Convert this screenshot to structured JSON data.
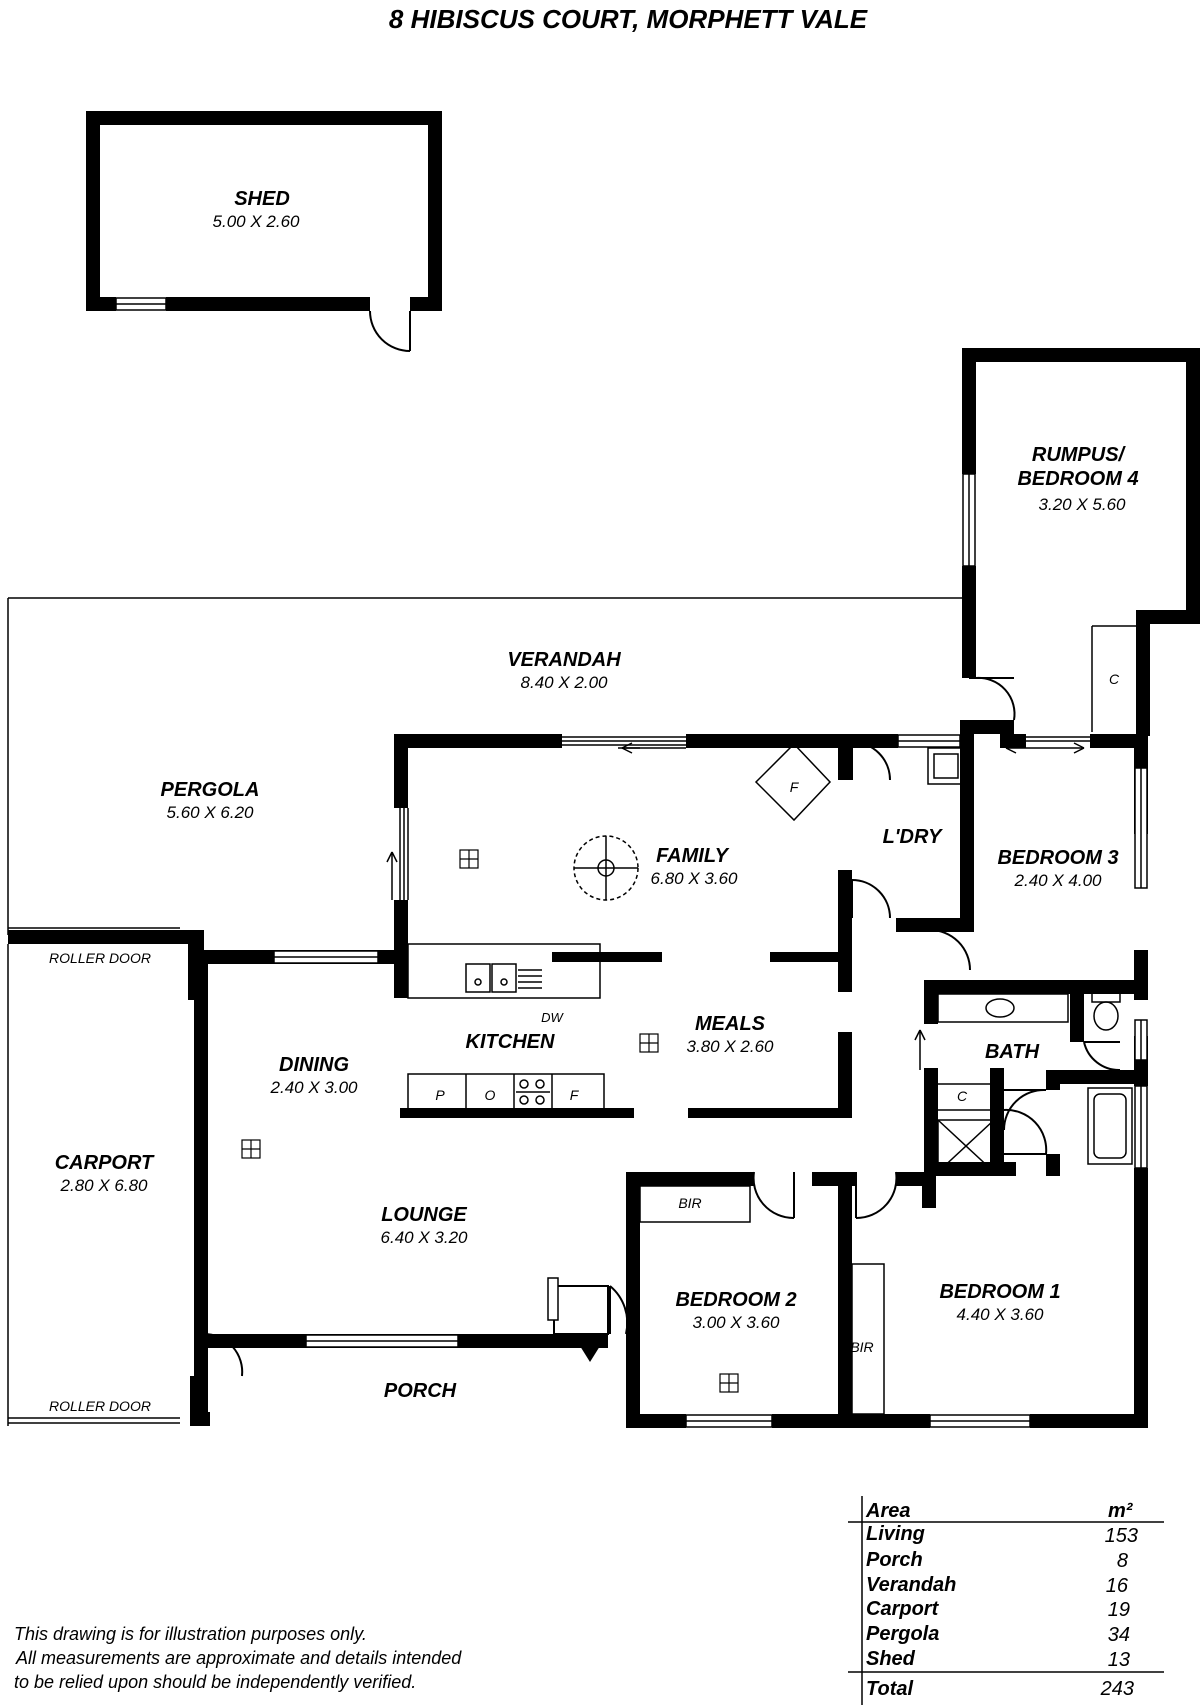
{
  "title": "8 HIBISCUS COURT, MORPHETT VALE",
  "rooms": {
    "shed": {
      "name": "SHED",
      "dims": "5.00 X 2.60"
    },
    "rumpus": {
      "name_line1": "RUMPUS/",
      "name_line2": "BEDROOM 4",
      "dims": "3.20 X 5.60"
    },
    "verandah": {
      "name": "VERANDAH",
      "dims": "8.40 X 2.00"
    },
    "pergola": {
      "name": "PERGOLA",
      "dims": "5.60 X 6.20"
    },
    "family": {
      "name": "FAMILY",
      "dims": "6.80 X 3.60"
    },
    "laundry": {
      "name": "L'DRY"
    },
    "bedroom3": {
      "name": "BEDROOM 3",
      "dims": "2.40 X 4.00"
    },
    "kitchen": {
      "name": "KITCHEN"
    },
    "meals": {
      "name": "MEALS",
      "dims": "3.80 X 2.60"
    },
    "bath": {
      "name": "BATH"
    },
    "dining": {
      "name": "DINING",
      "dims": "2.40 X 3.00"
    },
    "carport": {
      "name": "CARPORT",
      "dims": "2.80 X 6.80"
    },
    "lounge": {
      "name": "LOUNGE",
      "dims": "6.40 X 3.20"
    },
    "bedroom2": {
      "name": "BEDROOM 2",
      "dims": "3.00 X 3.60"
    },
    "bedroom1": {
      "name": "BEDROOM 1",
      "dims": "4.40 X 3.60"
    },
    "porch": {
      "name": "PORCH"
    }
  },
  "fixtures": {
    "roller_door_top": "ROLLER DOOR",
    "roller_door_bottom": "ROLLER DOOR",
    "dishwasher": "DW",
    "pantry": "P",
    "oven": "O",
    "fridge": "F",
    "fireplace": "F",
    "cupboard_rumpus": "C",
    "cupboard_bath": "C",
    "bir_bedroom2": "BIR",
    "bir_bedroom1": "BIR"
  },
  "area_table": {
    "header_label": "Area",
    "header_unit": "m²",
    "rows": [
      {
        "label": "Living",
        "value": "153"
      },
      {
        "label": "Porch",
        "value": "8"
      },
      {
        "label": "Verandah",
        "value": "16"
      },
      {
        "label": "Carport",
        "value": "19"
      },
      {
        "label": "Pergola",
        "value": "34"
      },
      {
        "label": "Shed",
        "value": "13"
      }
    ],
    "total_label": "Total",
    "total_value": "243"
  },
  "disclaimer": {
    "line1": "This drawing is for illustration purposes only.",
    "line2": "All measurements are approximate and details intended",
    "line3": "to be relied upon should be independently verified."
  }
}
